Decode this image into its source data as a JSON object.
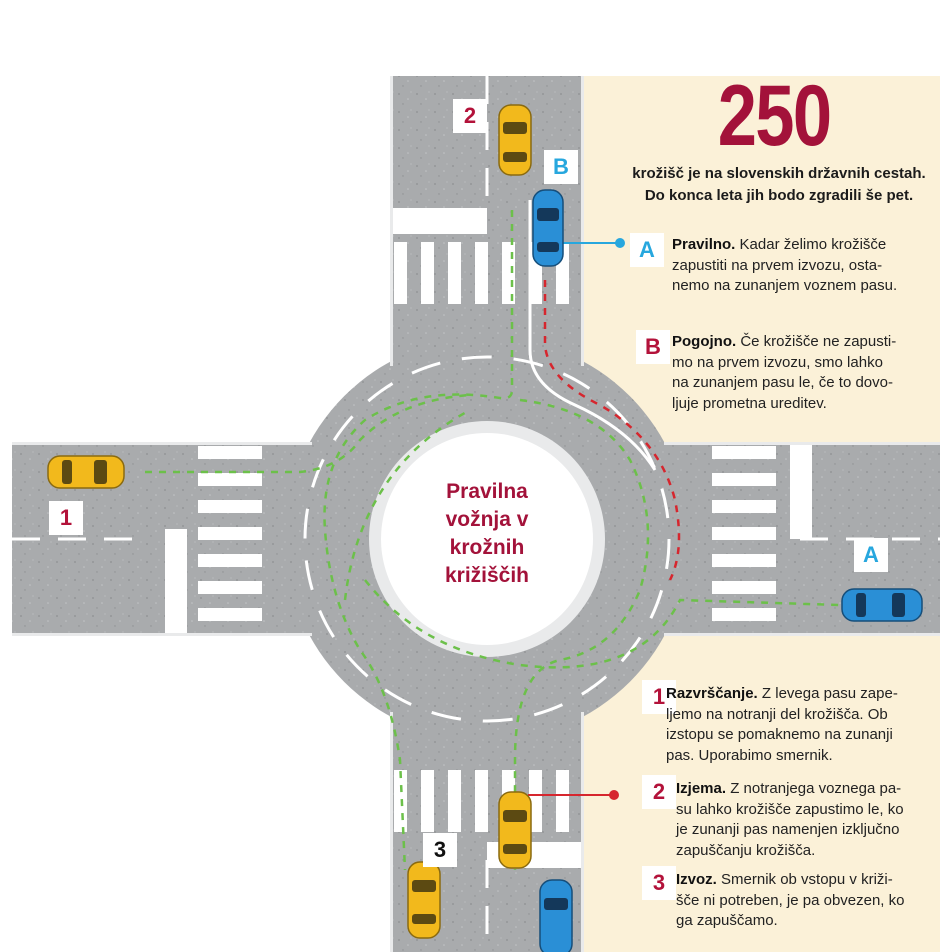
{
  "stat": {
    "number": "250",
    "text": "krožišč je na slovenskih državnih cestah. Do konca leta jih bodo zgradili še pet."
  },
  "center_title": [
    "Pravilna",
    "vožnja v",
    "krožnih",
    "križiščih"
  ],
  "notes": [
    {
      "key": "A",
      "bold": "Pravilno.",
      "lines": [
        "Kadar želimo krožišče",
        "zapustiti na prvem izvozu, osta-",
        "nemo na zunanjem voznem pasu."
      ]
    },
    {
      "key": "B",
      "bold": "Pogojno.",
      "lines": [
        "Če krožišče ne zapusti-",
        "mo na prvem izvozu, smo lahko",
        "na zunanjem pasu le, če to dovo-",
        "ljuje prometna ureditev."
      ]
    },
    {
      "key": "1",
      "bold": "Razvrščanje.",
      "lines": [
        "Z levega pasu zape-",
        "ljemo na notranji del krožišča. Ob",
        "izstopu se pomaknemo na zunanji",
        "pas. Uporabimo smernik."
      ]
    },
    {
      "key": "2",
      "bold": "Izjema.",
      "lines": [
        "Z notranjega voznega pa-",
        "su lahko krožišče zapustimo le, ko",
        "je zunanji pas namenjen izključno",
        "zapuščanju krožišča."
      ]
    },
    {
      "key": "3",
      "bold": "Izvoz.",
      "lines": [
        "Smernik ob vstopu v križi-",
        "šče ni potreben, je pa obvezen, ko",
        "ga zapuščamo."
      ]
    }
  ],
  "map_labels": {
    "car_top": "2",
    "car_left": "1",
    "car_bottom": "3",
    "car_top_blue": "B",
    "car_right_blue": "A"
  },
  "colors": {
    "accent": "#a3123a",
    "blue": "#27a7de",
    "road": "#a9abad",
    "panel": "#fbf1d8",
    "green_path": "#6cc04a",
    "red_path": "#d6262e",
    "yellow_car": "#f2b91c",
    "blue_car": "#2a8fd6"
  }
}
